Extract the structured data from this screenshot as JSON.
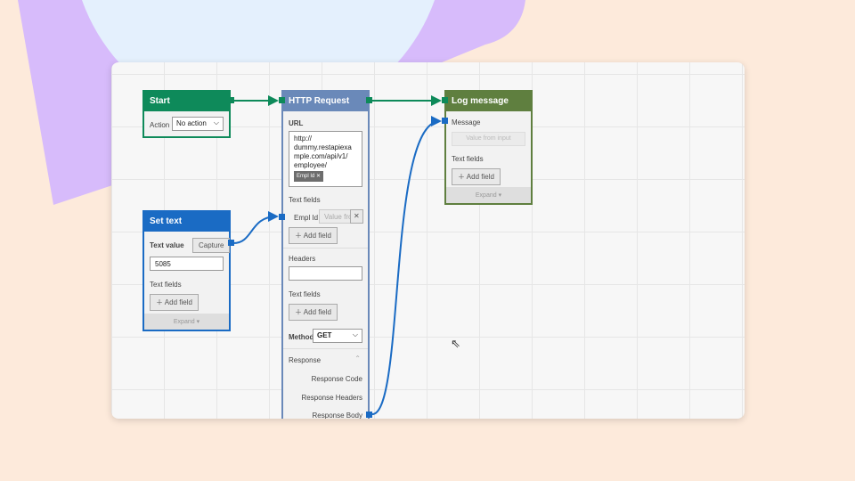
{
  "colors": {
    "start": "#0e8a5a",
    "http": "#6a89b9",
    "settext": "#1a6bc4",
    "log": "#5f7f3f",
    "wire_green": "#0e8a5a",
    "wire_blue": "#1a6bc4"
  },
  "start": {
    "title": "Start",
    "action_label": "Action",
    "action_value": "No action"
  },
  "http": {
    "title": "HTTP Request",
    "url_label": "URL",
    "url_value": "http://\ndummy.restapiexample.com/api/v1/\nemployee/",
    "url_chip": "Empl Id",
    "text_fields_label": "Text fields",
    "field_name": "Empl Id",
    "field_placeholder": "Value from",
    "add_field": "Add field",
    "headers_label": "Headers",
    "text_fields_label2": "Text fields",
    "add_field2": "Add field",
    "method_label": "Method",
    "method_value": "GET",
    "response_label": "Response",
    "response_code": "Response Code",
    "response_headers": "Response Headers",
    "response_body": "Response Body"
  },
  "settext": {
    "title": "Set text",
    "text_value_label": "Text value",
    "capture": "Capture",
    "value": "5085",
    "text_fields_label": "Text fields",
    "add_field": "Add field",
    "expand": "Expand ▾"
  },
  "log": {
    "title": "Log message",
    "message_label": "Message",
    "message_placeholder": "Value from input",
    "text_fields_label": "Text fields",
    "add_field": "Add field",
    "expand": "Expand ▾"
  }
}
